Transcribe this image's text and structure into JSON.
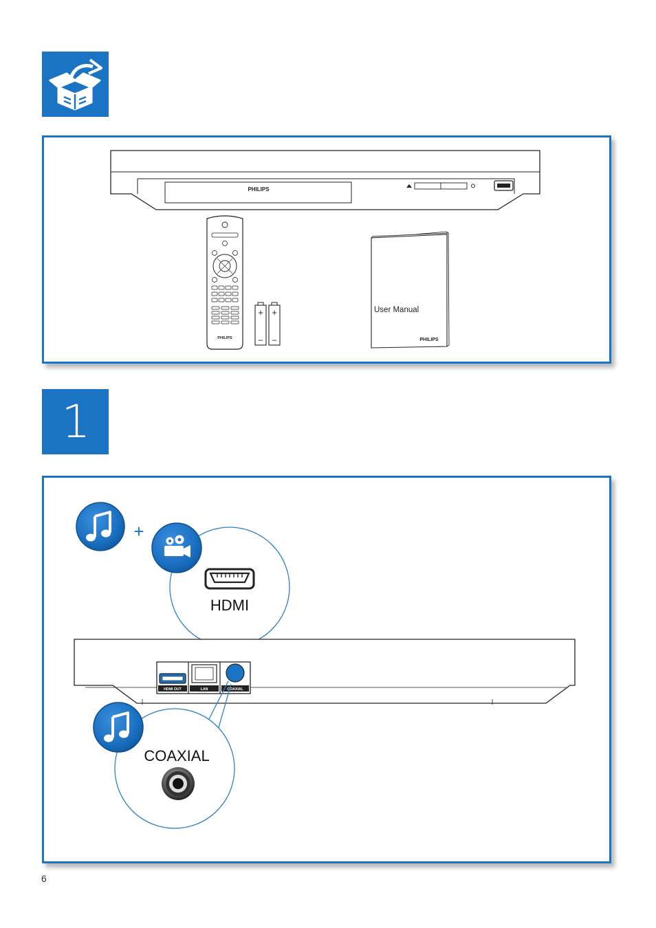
{
  "page": {
    "number": "6"
  },
  "step": {
    "number": "1"
  },
  "box_contents": {
    "player_brand": "PHILIPS",
    "remote_brand": "PHILIPS",
    "manual_title": "User Manual",
    "manual_brand": "PHILIPS",
    "battery_sign_plus": "+",
    "battery_sign_minus": "–"
  },
  "connection": {
    "plus_sign": "+",
    "hdmi_callout": "HDMI",
    "coaxial_callout": "COAXIAL",
    "ports": {
      "hdmi_out": "HDMI OUT",
      "lan": "LAN",
      "coaxial": "COAXIAL"
    }
  },
  "colors": {
    "accent": "#1a74c3",
    "circle_icon": "#1a74c3",
    "callout_stroke": "#2e7fc8"
  },
  "icons": [
    "unbox-icon",
    "music-note-icon",
    "movie-camera-icon",
    "hdmi-port-icon",
    "coaxial-jack-icon"
  ]
}
